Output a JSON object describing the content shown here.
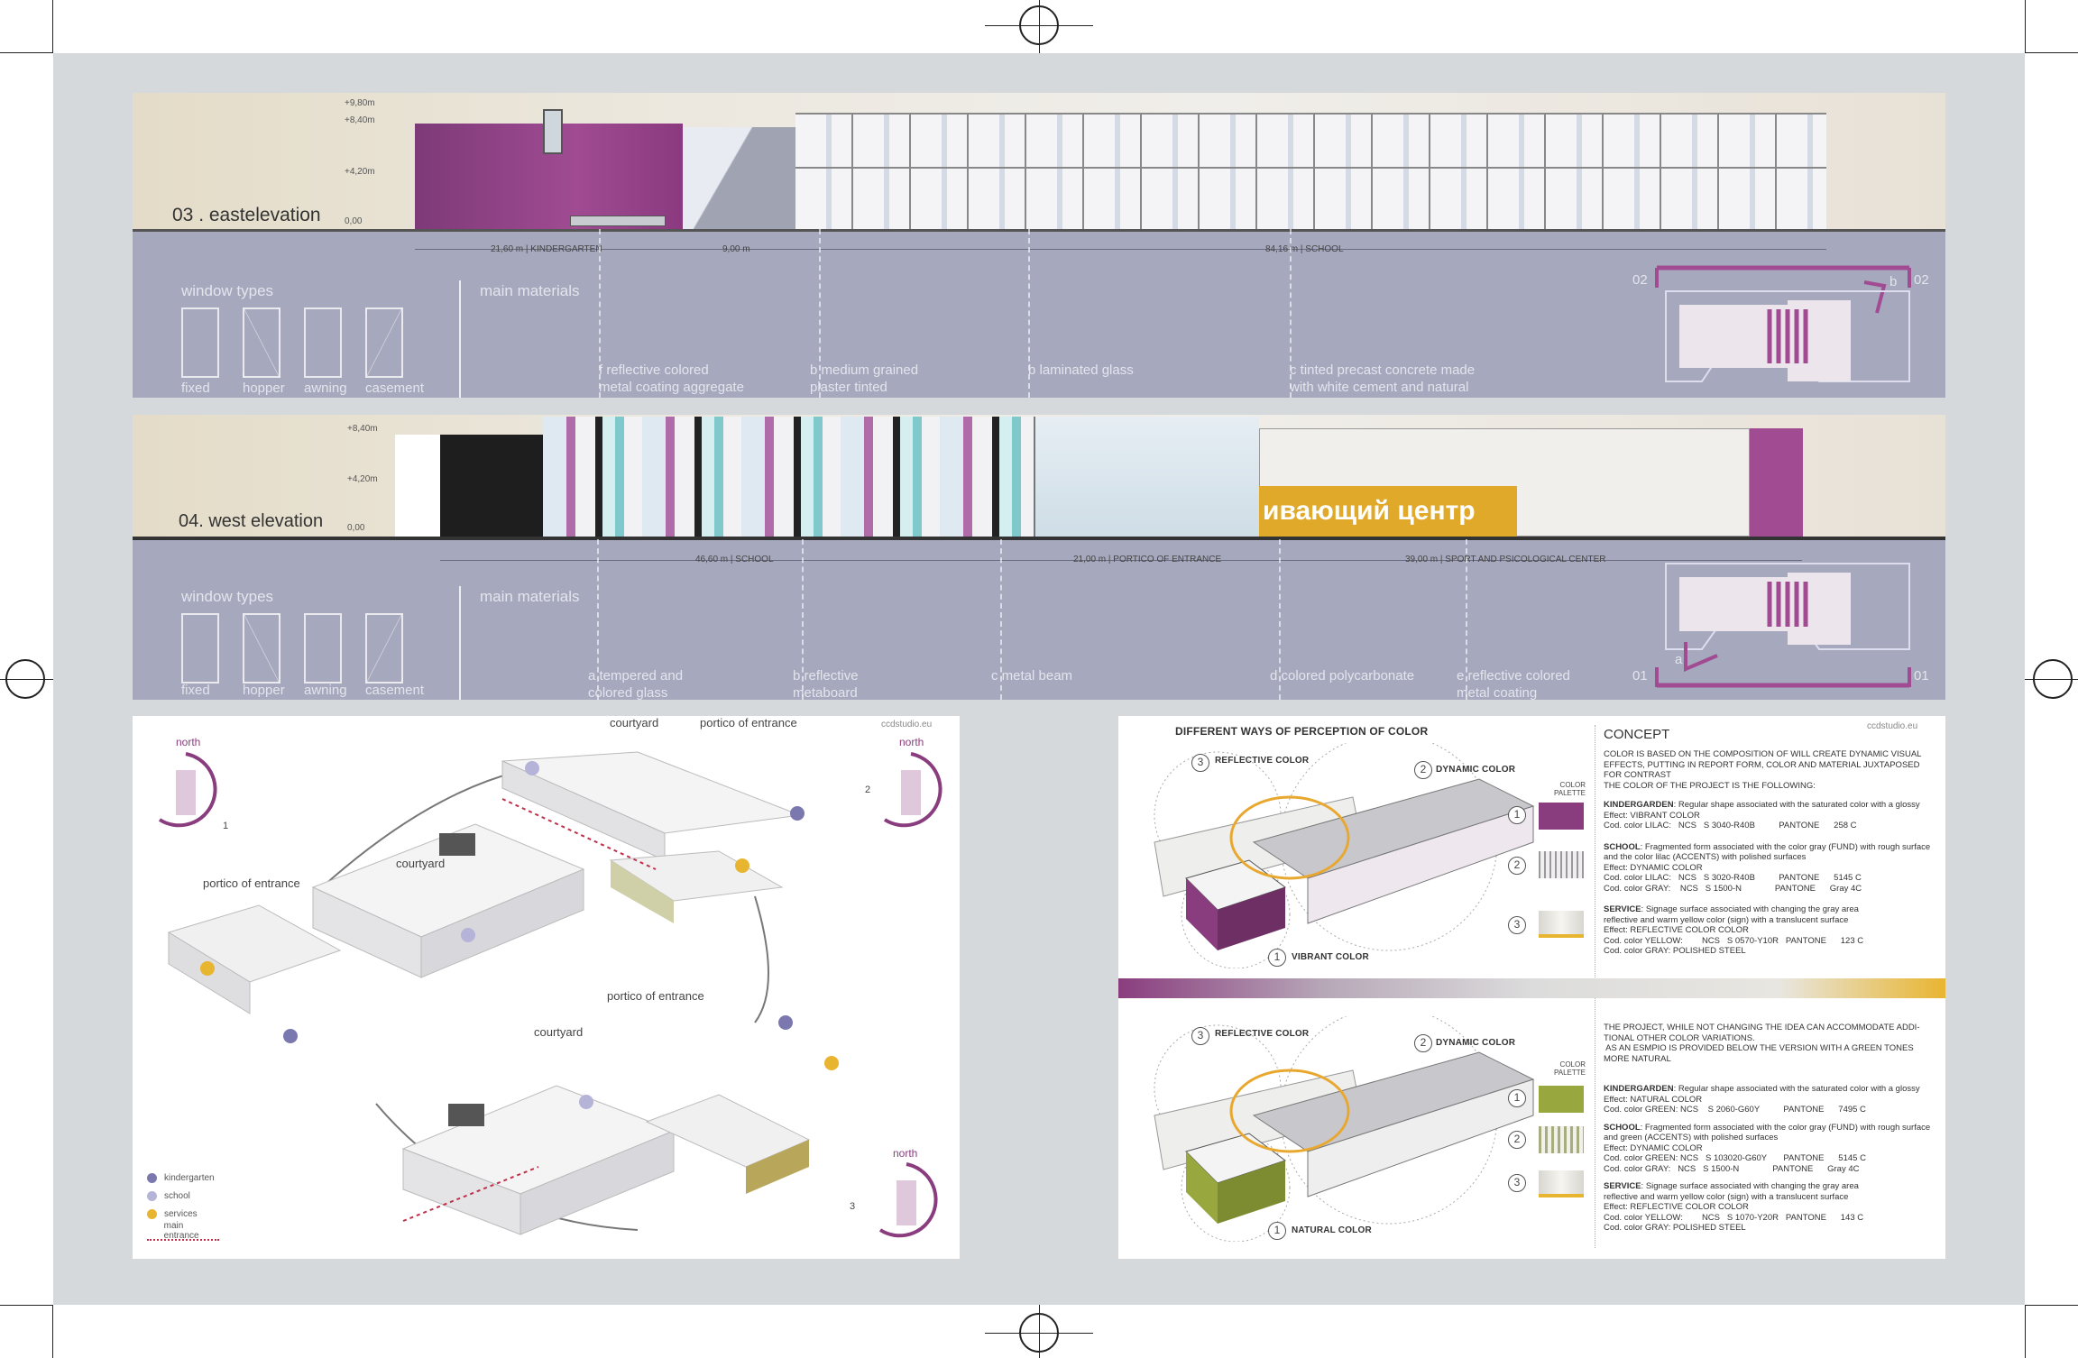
{
  "east_elevation": {
    "title": "03 . eastelevation",
    "levels": [
      "+9,80m",
      "+8,40m",
      "+4,20m",
      "0,00"
    ],
    "dimensions": [
      "21,60 m  | KINDERGARTEN",
      "9,00 m",
      "84,16 m  | SCHOOL"
    ],
    "window_types_label": "window types",
    "window_types": [
      "fixed",
      "hopper",
      "awning",
      "casement"
    ],
    "main_materials_label": "main materials",
    "materials": [
      [
        "f reflective colored",
        "metal coating aggregate"
      ],
      [
        "b medium grained",
        "plaster tinted"
      ],
      [
        "b laminated glass",
        ""
      ],
      [
        "c tinted precast concrete made",
        "with white cement and natural"
      ]
    ],
    "section_marks": [
      "02",
      "02",
      "b"
    ]
  },
  "west_elevation": {
    "title": "04. west elevation",
    "levels": [
      "+8,40m",
      "+4,20m",
      "0,00"
    ],
    "sign_text": "ивающий центр",
    "dimensions": [
      "46,60 m  | SCHOOL",
      "21,00 m  | PORTICO OF ENTRANCE",
      "39,00 m  | SPORT AND PSICOLOGICAL CENTER"
    ],
    "window_types_label": "window types",
    "window_types": [
      "fixed",
      "hopper",
      "awning",
      "casement"
    ],
    "main_materials_label": "main materials",
    "materials": [
      [
        "a tempered and",
        "colored glass"
      ],
      [
        "b reflective",
        "metaboard"
      ],
      [
        "c metal beam",
        ""
      ],
      [
        "d colored polycarbonate",
        ""
      ],
      [
        "e reflective colored",
        "metal coating"
      ]
    ],
    "section_marks": [
      "01",
      "01",
      "a"
    ]
  },
  "axonometric": {
    "logo": "ccdstudio.eu",
    "north_label": "north",
    "views": [
      "1",
      "2",
      "3"
    ],
    "labels": [
      "courtyard",
      "portico of entrance",
      "courtyard",
      "portico of entrance",
      "portico of entrance",
      "courtyard"
    ],
    "legend": [
      {
        "label": "kindergarten",
        "color": "#7b78b0"
      },
      {
        "label": "school",
        "color": "#b5b3d8"
      },
      {
        "label": "services",
        "color": "#e8b530"
      },
      {
        "label": "main entrance",
        "color": "#c0304a"
      }
    ]
  },
  "color_board": {
    "logo": "ccdstudio.eu",
    "diagram_title": "DIFFERENT WAYS OF PERCEPTION OF COLOR",
    "palette_label": "COLOR PALETTE",
    "top": {
      "callouts": [
        {
          "n": "3",
          "label": "REFLECTIVE COLOR"
        },
        {
          "n": "2",
          "label": "DYNAMIC COLOR"
        },
        {
          "n": "1",
          "label": "VIBRANT COLOR"
        }
      ],
      "swatch_colors": [
        "#8a3d7e",
        "#b8a9b4",
        "#e6e3da"
      ],
      "concept_title": "CONCEPT",
      "intro": [
        "COLOR IS BASED ON THE COMPOSITION OF WILL CREATE DYNAMIC VISUAL",
        "EFFECTS, PUTTING IN REPORT FORM, COLOR AND MATERIAL JUXTAPOSED",
        "FOR CONTRAST",
        "THE COLOR OF THE PROJECT IS THE FOLLOWING:"
      ],
      "blocks": [
        {
          "head": "KINDERGARDEN",
          "desc": ": Regular shape associated with the saturated color with a glossy",
          "lines": [
            "Effect: VIBRANT COLOR",
            "Cod. color LILAC:   NCS   S 3040-R40B          PANTONE      258 C"
          ]
        },
        {
          "head": "SCHOOL",
          "desc": ": Fragmented form associated with the color gray (FUND) with rough surface",
          "lines": [
            "and the color lilac (ACCENTS) with polished surfaces",
            "Effect: DYNAMIC COLOR",
            "Cod. color LILAC:   NCS   S 3020-R40B          PANTONE      5145 C",
            "Cod. color GRAY:    NCS   S 1500-N              PANTONE      Gray 4C"
          ]
        },
        {
          "head": "SERVICE",
          "desc": ": Signage surface associated with changing the gray area",
          "lines": [
            "reflective and warm yellow color (sign) with a translucent surface",
            "Effect: REFLECTIVE COLOR COLOR",
            "Cod. color YELLOW:        NCS   S 0570-Y10R   PANTONE      123 C",
            "Cod. color GRAY:   POLISHED STEEL"
          ]
        }
      ]
    },
    "bottom": {
      "callouts": [
        {
          "n": "3",
          "label": "REFLECTIVE COLOR"
        },
        {
          "n": "2",
          "label": "DYNAMIC COLOR"
        },
        {
          "n": "1",
          "label": "NATURAL COLOR"
        }
      ],
      "swatch_colors": [
        "#98a83e",
        "#c2c59a",
        "#e6e3da"
      ],
      "intro": [
        "THE PROJECT, WHILE NOT CHANGING THE IDEA CAN ACCOMMODATE ADDI-",
        "TIONAL OTHER COLOR VARIATIONS.",
        " AS AN ESMPIO IS PROVIDED BELOW THE VERSION WITH A GREEN TONES",
        "MORE NATURAL"
      ],
      "blocks": [
        {
          "head": "KINDERGARDEN",
          "desc": ": Regular shape associated with the saturated color with a glossy",
          "lines": [
            "Effect: NATURAL COLOR",
            "Cod. color GREEN: NCS    S 2060-G60Y          PANTONE      7495 C"
          ]
        },
        {
          "head": "SCHOOL",
          "desc": ": Fragmented form associated with the color gray (FUND) with rough surface",
          "lines": [
            "and green (ACCENTS) with polished surfaces",
            "Effect: DYNAMIC COLOR",
            "Cod. color GREEN: NCS   S 103020-G60Y       PANTONE      5145 C",
            "Cod. color GRAY:   NCS   S 1500-N              PANTONE      Gray 4C"
          ]
        },
        {
          "head": "SERVICE",
          "desc": ": Signage surface associated with changing the gray area",
          "lines": [
            "reflective and warm yellow color (sign) with a translucent surface",
            "Effect: REFLECTIVE COLOR COLOR",
            "Cod. color YELLOW:        NCS   S 1070-Y20R   PANTONE      143 C",
            "Cod. color GRAY:   POLISHED STEEL"
          ]
        }
      ]
    }
  },
  "colors": {
    "lilac": "#8a3d7e",
    "elevation_band": "#a6a8bd",
    "sheet": "#d5d9dc",
    "yellow": "#e8b530",
    "green": "#98a83e"
  }
}
